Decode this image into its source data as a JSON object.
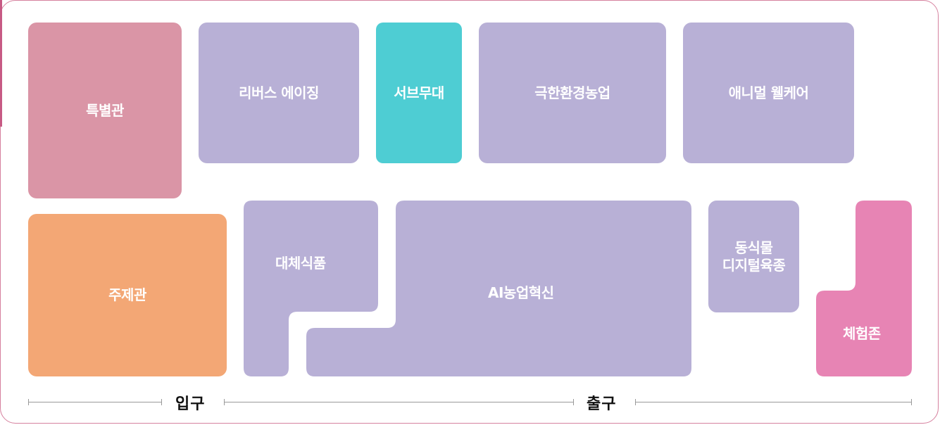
{
  "colors": {
    "special": "#da95a6",
    "theme": "#f3a775",
    "sub_stage": "#4ecdd3",
    "standard": "#b8b0d6",
    "experience": "#e784b4",
    "frame": "#d6809e",
    "route_line": "#999999"
  },
  "zones": {
    "special_hall": "특별관",
    "reverse_aging": "리버스 에이징",
    "sub_stage": "서브무대",
    "extreme_farming": "극한환경농업",
    "animal_welfare": "애니멀 웰케어",
    "theme_hall": "주제관",
    "alternative_food": "대체식품",
    "ai_agri_innovation": "AI농업혁신",
    "digital_breeding_line1": "동식물",
    "digital_breeding_line2": "디지털육종",
    "experience_zone": "체험존"
  },
  "route": {
    "entrance": "입구",
    "exit": "출구"
  }
}
